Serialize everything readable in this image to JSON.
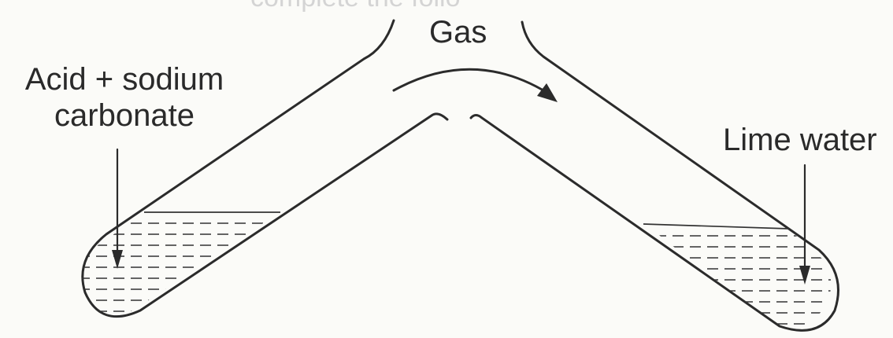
{
  "diagram": {
    "gas_label": "Gas",
    "left_label_line1": "Acid + sodium",
    "left_label_line2": "carbonate",
    "right_label": "Lime water",
    "faint_bleed_text": "complete the follo",
    "colors": {
      "ink": "#2b2b2b",
      "paper": "#fbfbf8"
    }
  }
}
